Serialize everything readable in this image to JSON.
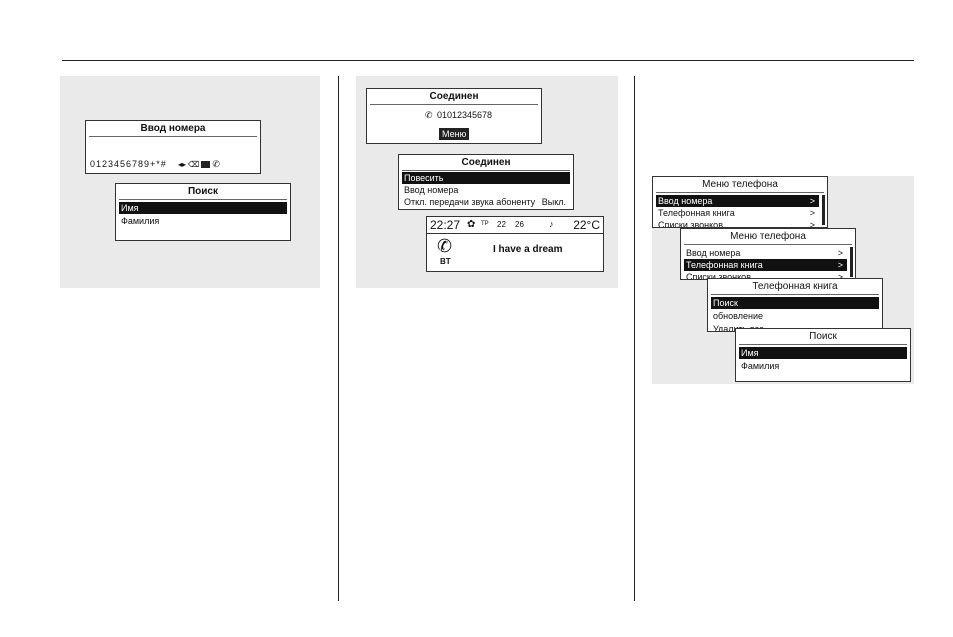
{
  "number_entry": {
    "title": "Ввод номера",
    "digits": "0123456789+*#",
    "icons": [
      "backspace-icon",
      "cursor-arrows-icon",
      "delete-icon",
      "keypad-icon",
      "phone-icon"
    ]
  },
  "search_a": {
    "title": "Поиск",
    "items": [
      "Имя",
      "Фамилия"
    ]
  },
  "connected": {
    "title": "Соединен",
    "number": "01012345678",
    "menu_button": "Меню"
  },
  "connected_menu": {
    "title": "Соединен",
    "items": [
      "Повесить",
      "Ввод номера",
      "Откл. передачи звука абоненту"
    ],
    "mute_value": "Выкл."
  },
  "status": {
    "time": "22:27",
    "tp": "TP",
    "left_temp": "22",
    "right_temp": "26",
    "outside_temp": "22°C",
    "bt": "BT",
    "song": "I have a dream"
  },
  "phone_menu": {
    "title": "Меню телефона",
    "items": [
      "Ввод номера",
      "Телефонная книга",
      "Списки звонков"
    ]
  },
  "phone_menu_2": {
    "title": "Меню телефона",
    "items": [
      "Ввод номера",
      "Телефонная книга",
      "Списки звонков"
    ]
  },
  "phonebook": {
    "title": "Телефонная книга",
    "items": [
      "Поиск",
      "обновление",
      "Удалить все"
    ]
  },
  "search_b": {
    "title": "Поиск",
    "items": [
      "Имя",
      "Фамилия"
    ]
  }
}
